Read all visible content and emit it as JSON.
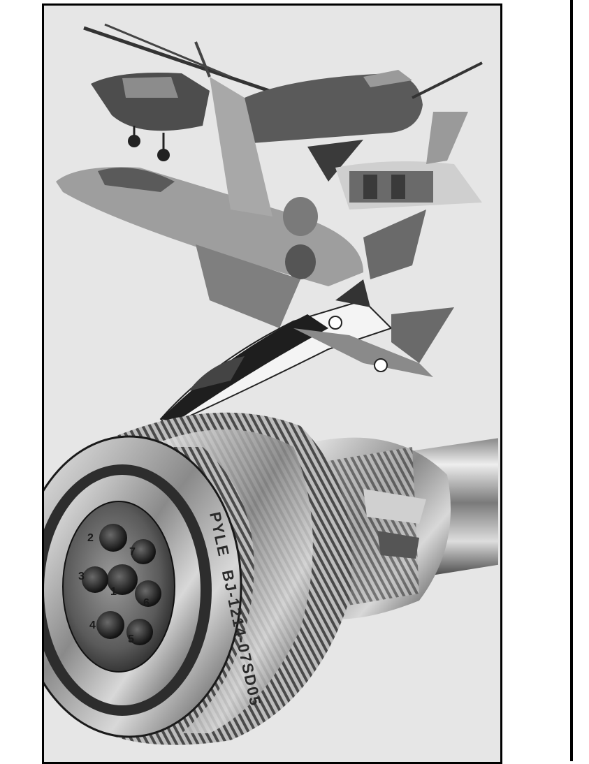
{
  "connector": {
    "brand": "PYLE",
    "part_number": "BJ-1214-07SD05",
    "pins": [
      "1",
      "2",
      "3",
      "4",
      "5",
      "6",
      "7"
    ]
  },
  "colors": {
    "background": "#e6e6e6",
    "frame": "#000000",
    "metal_light": "#dcdcdc",
    "metal_dark": "#3a3a3a"
  }
}
